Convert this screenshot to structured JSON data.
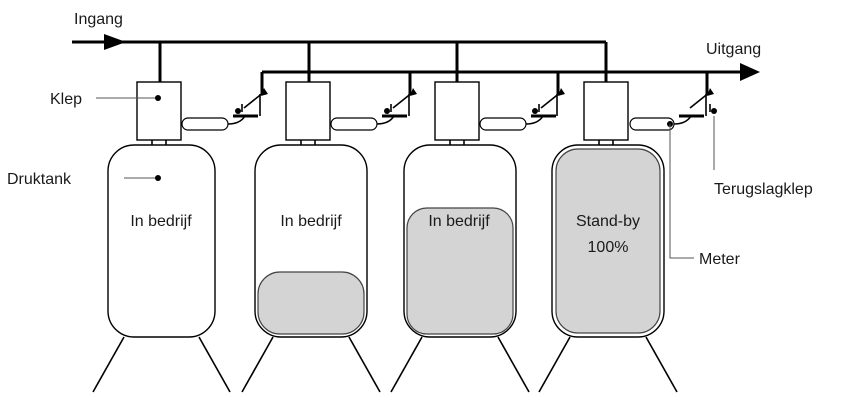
{
  "labels": {
    "ingang": "Ingang",
    "uitgang": "Uitgang",
    "klep": "Klep",
    "druktank": "Druktank",
    "terugslagklep": "Terugslagklep",
    "meter": "Meter"
  },
  "tanks": [
    {
      "status": "In bedrijf",
      "status_line2": "",
      "fill_level": 0.0
    },
    {
      "status": "In bedrijf",
      "status_line2": "",
      "fill_level": 0.35
    },
    {
      "status": "In bedrijf",
      "status_line2": "",
      "fill_level": 0.65
    },
    {
      "status": "Stand-by",
      "status_line2": "100%",
      "fill_level": 1.0
    }
  ],
  "colors": {
    "line": "#000000",
    "resin_fill": "#d4d4d4",
    "background": "#ffffff"
  }
}
